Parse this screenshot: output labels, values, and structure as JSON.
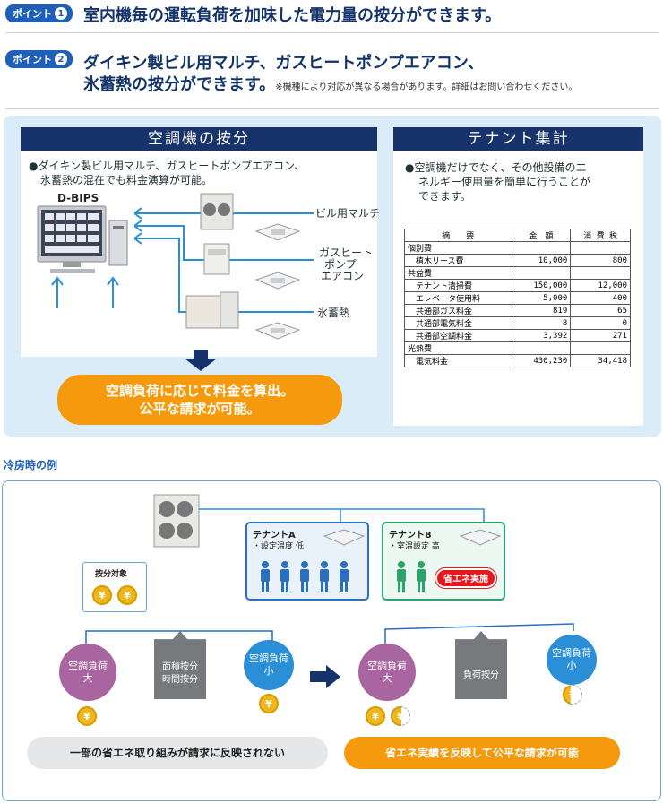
{
  "points": [
    {
      "badge": "ポイント",
      "num": "1",
      "text": "室内機毎の運転負荷を加味した電力量の按分ができます。"
    },
    {
      "badge": "ポイント",
      "num": "2",
      "text_line1": "ダイキン製ビル用マルチ、ガスヒートポンプエアコン、",
      "text_line2": "氷蓄熱の按分ができます。",
      "note": "※機種により対応が異なる場合があります。詳細はお問い合わせください。"
    }
  ],
  "left_panel": {
    "title": "空調機の按分",
    "bullet": "●ダイキン製ビル用マルチ、ガスヒートポンプエアコン、",
    "bullet2": "氷蓄熱の混在でも料金演算が可能。",
    "system": "D-BIPS",
    "units": [
      "ビル用マルチ",
      "ガスヒート",
      "ポンプ",
      "エアコン",
      "氷蓄熱"
    ],
    "result_line1": "空調負荷に応じて料金を算出。",
    "result_line2": "公平な請求が可能。"
  },
  "right_panel": {
    "title": "テナント集計",
    "bullet1": "●空調機だけでなく、その他設備のエ",
    "bullet2": "ネルギー使用量を簡単に行うことが",
    "bullet3": "できます。",
    "table": {
      "headers": [
        "摘　　要",
        "金　額",
        "消 費 税"
      ],
      "rows": [
        [
          "個別費",
          "",
          ""
        ],
        [
          "　植木リース費",
          "10,000",
          "800"
        ],
        [
          "共益費",
          "",
          ""
        ],
        [
          "　テナント清掃費",
          "150,000",
          "12,000"
        ],
        [
          "　エレベータ使用料",
          "5,000",
          "400"
        ],
        [
          "　共通部ガス料金",
          "819",
          "65"
        ],
        [
          "　共通部電気料金",
          "8",
          "0"
        ],
        [
          "　共通部空調料金",
          "3,392",
          "271"
        ],
        [
          "光熱費",
          "",
          ""
        ],
        [
          "　電気料金",
          "430,230",
          "34,418"
        ]
      ]
    }
  },
  "cooling": {
    "section_label": "冷房時の例",
    "tenant_a_title": "テナントA",
    "tenant_a_sub": "・設定温度 低",
    "tenant_b_title": "テナントB",
    "tenant_b_sub": "・室温設定 高",
    "eco_badge": "省エネ実施",
    "target_label": "按分対象",
    "left_big_1": "空調負荷",
    "left_big_2": "大",
    "left_mid_1": "面積按分",
    "left_mid_2": "時間按分",
    "left_small_1": "空調負荷",
    "left_small_2": "小",
    "right_big_1": "空調負荷",
    "right_big_2": "大",
    "right_mid": "負荷按分",
    "right_small_1": "空調負荷",
    "right_small_2": "小",
    "coin_symbol": "¥",
    "bottom_left": "一部の省エネ取り組みが請求に反映されない",
    "bottom_right": "省エネ実績を反映して公平な請求が可能"
  },
  "colors": {
    "navy": "#17336b",
    "orange": "#f59a0c",
    "purple": "#a8659f",
    "blue": "#2a8fd6",
    "panel": "#d9ecf8"
  }
}
